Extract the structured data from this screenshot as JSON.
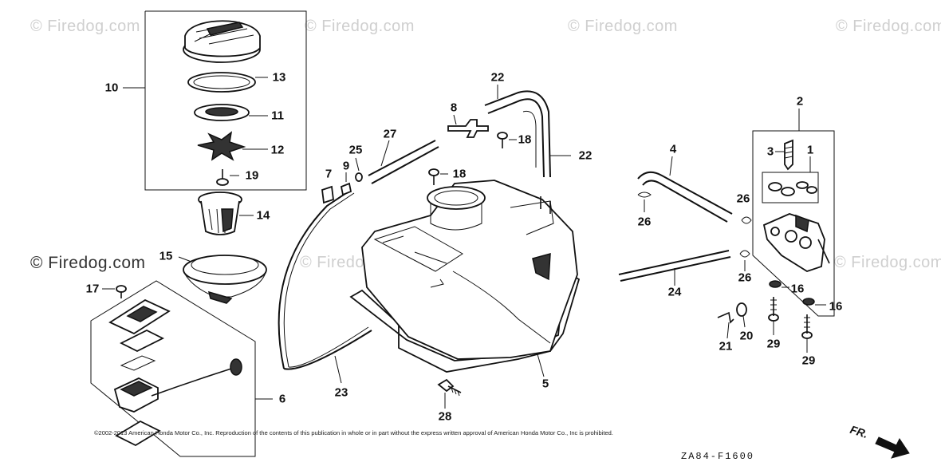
{
  "watermarks": [
    "© Firedog.com",
    "© Firedog.com",
    "© Firedog.com",
    "© Firedog.com",
    "© Firedog.com",
    "© Firedog.com",
    "© Firedog.com"
  ],
  "callouts": {
    "p1": "1",
    "p2": "2",
    "p3": "3",
    "p4": "4",
    "p5": "5",
    "p6": "6",
    "p7": "7",
    "p8": "8",
    "p9": "9",
    "p10": "10",
    "p11": "11",
    "p12": "12",
    "p13": "13",
    "p14": "14",
    "p15": "15",
    "p16a": "16",
    "p16b": "16",
    "p17": "17",
    "p18a": "18",
    "p18b": "18",
    "p19": "19",
    "p20": "20",
    "p21": "21",
    "p22a": "22",
    "p22b": "22",
    "p23": "23",
    "p24": "24",
    "p25": "25",
    "p26a": "26",
    "p26b": "26",
    "p26c": "26",
    "p27": "27",
    "p28": "28",
    "p29a": "29",
    "p29b": "29"
  },
  "copyright": "©2002-2013 American Honda Motor Co., Inc. Reproduction of the contents of this publication in whole or in part without the express written approval of American Honda Motor Co., Inc is prohibited.",
  "figure_code": "ZA84-F1600",
  "direction_marker": "FR."
}
